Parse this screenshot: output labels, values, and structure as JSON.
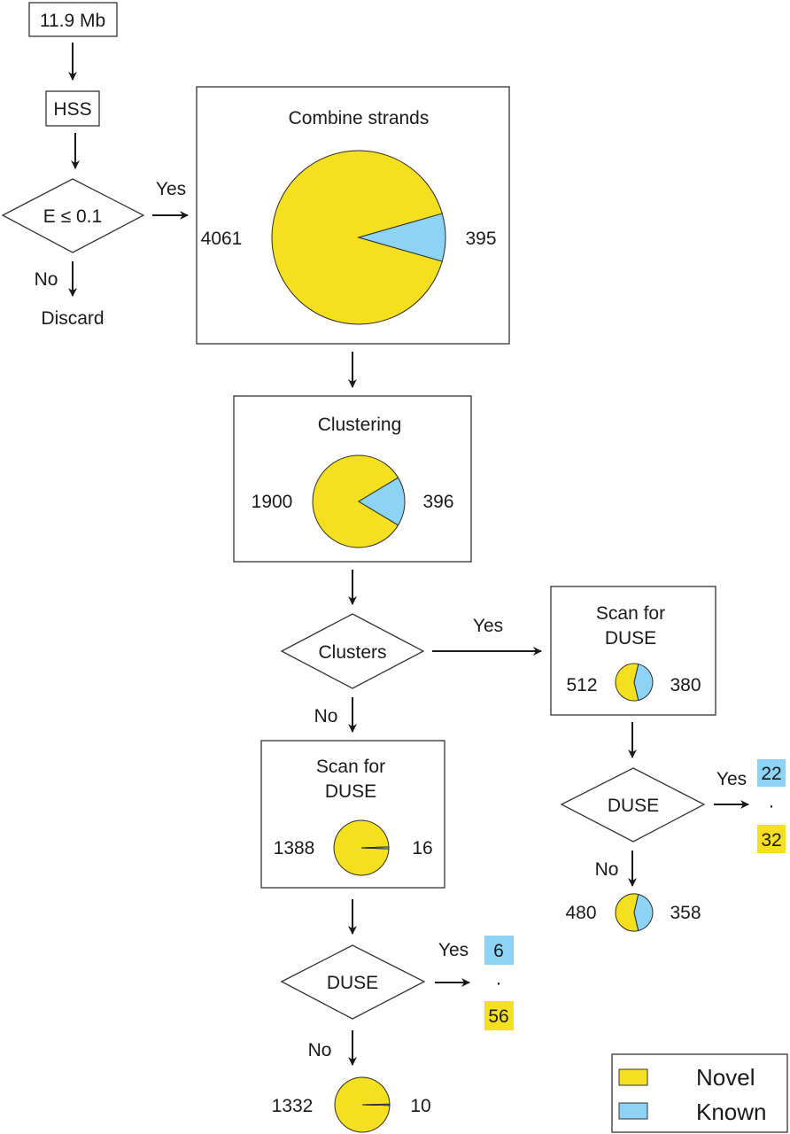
{
  "colors": {
    "novel": "#f5e01f",
    "known": "#8dd3f5",
    "stroke": "#2a2a2a"
  },
  "nodes": {
    "start": "11.9 Mb",
    "hss": "HSS",
    "evalue_decision": "E ≤ 0.1",
    "discard": "Discard",
    "combine_title": "Combine strands",
    "clustering_title": "Clustering",
    "clusters_decision": "Clusters",
    "scan_right_title_1": "Scan for",
    "scan_right_title_2": "DUSE",
    "scan_left_title_1": "Scan for",
    "scan_left_title_2": "DUSE",
    "duse_right": "DUSE",
    "duse_left": "DUSE"
  },
  "edges": {
    "yes": "Yes",
    "no": "No"
  },
  "pies": {
    "combine": {
      "novel": 4061,
      "known": 395,
      "novel_label": "4061",
      "known_label": "395"
    },
    "clustering": {
      "novel": 1900,
      "known": 396,
      "novel_label": "1900",
      "known_label": "396"
    },
    "scan_right": {
      "novel": 512,
      "known": 380,
      "novel_label": "512",
      "known_label": "380"
    },
    "scan_left": {
      "novel": 1388,
      "known": 16,
      "novel_label": "1388",
      "known_label": "16"
    },
    "right_no": {
      "novel": 480,
      "known": 358,
      "novel_label": "480",
      "known_label": "358"
    },
    "left_no": {
      "novel": 1332,
      "known": 10,
      "novel_label": "1332",
      "known_label": "10"
    }
  },
  "results": {
    "right_yes": {
      "known": "22",
      "separator": "·",
      "novel": "32"
    },
    "left_yes": {
      "known": "6",
      "separator": "·",
      "novel": "56"
    }
  },
  "legend": {
    "novel": "Novel",
    "known": "Known"
  }
}
